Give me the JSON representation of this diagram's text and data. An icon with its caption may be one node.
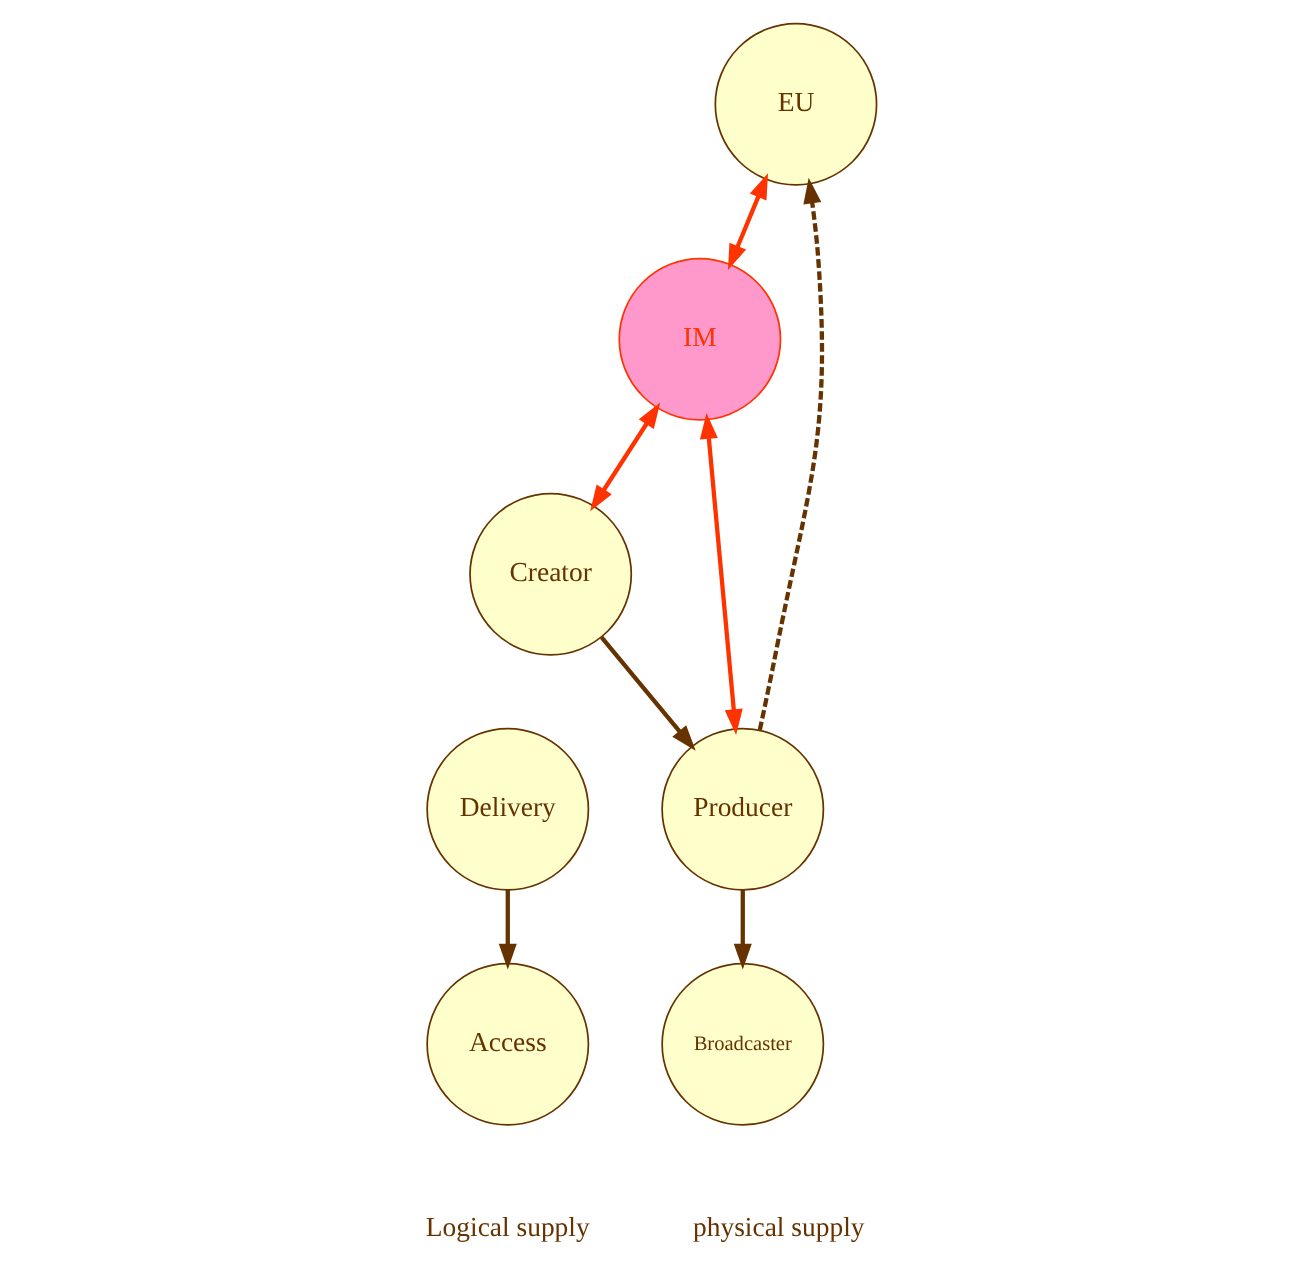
{
  "diagram": {
    "nodes": [
      {
        "text": [
          "Access"
        ]
      },
      {
        "text": [
          "EU"
        ]
      },
      {
        "text": [
          "IM"
        ]
      },
      {
        "text": [
          "Delivery"
        ]
      },
      {
        "text": [
          "Broadcaster"
        ]
      },
      {
        "text": [
          "Creator"
        ]
      },
      {
        "text": [
          "Producer"
        ]
      }
    ],
    "edges": [
      {
        "from": 3,
        "to": 0,
        "arrow": "to"
      },
      {
        "from": 6,
        "to": 1,
        "arrow": "to",
        "style": "dashed"
      },
      {
        "from": 1,
        "to": 2,
        "arrow": "both",
        "color": "#ff3300"
      },
      {
        "from": 2,
        "to": 6,
        "arrow": "both",
        "color": "#ff3300"
      },
      {
        "from": 2,
        "to": 5,
        "arrow": "both",
        "color": "#ff3300"
      },
      {
        "from": 5,
        "to": 6,
        "arrow": "to"
      },
      {
        "from": 6,
        "to": 4,
        "arrow": "to"
      }
    ],
    "legend": [
      {
        "text": "Logical supply"
      },
      {
        "text": "physical supply"
      }
    ]
  }
}
